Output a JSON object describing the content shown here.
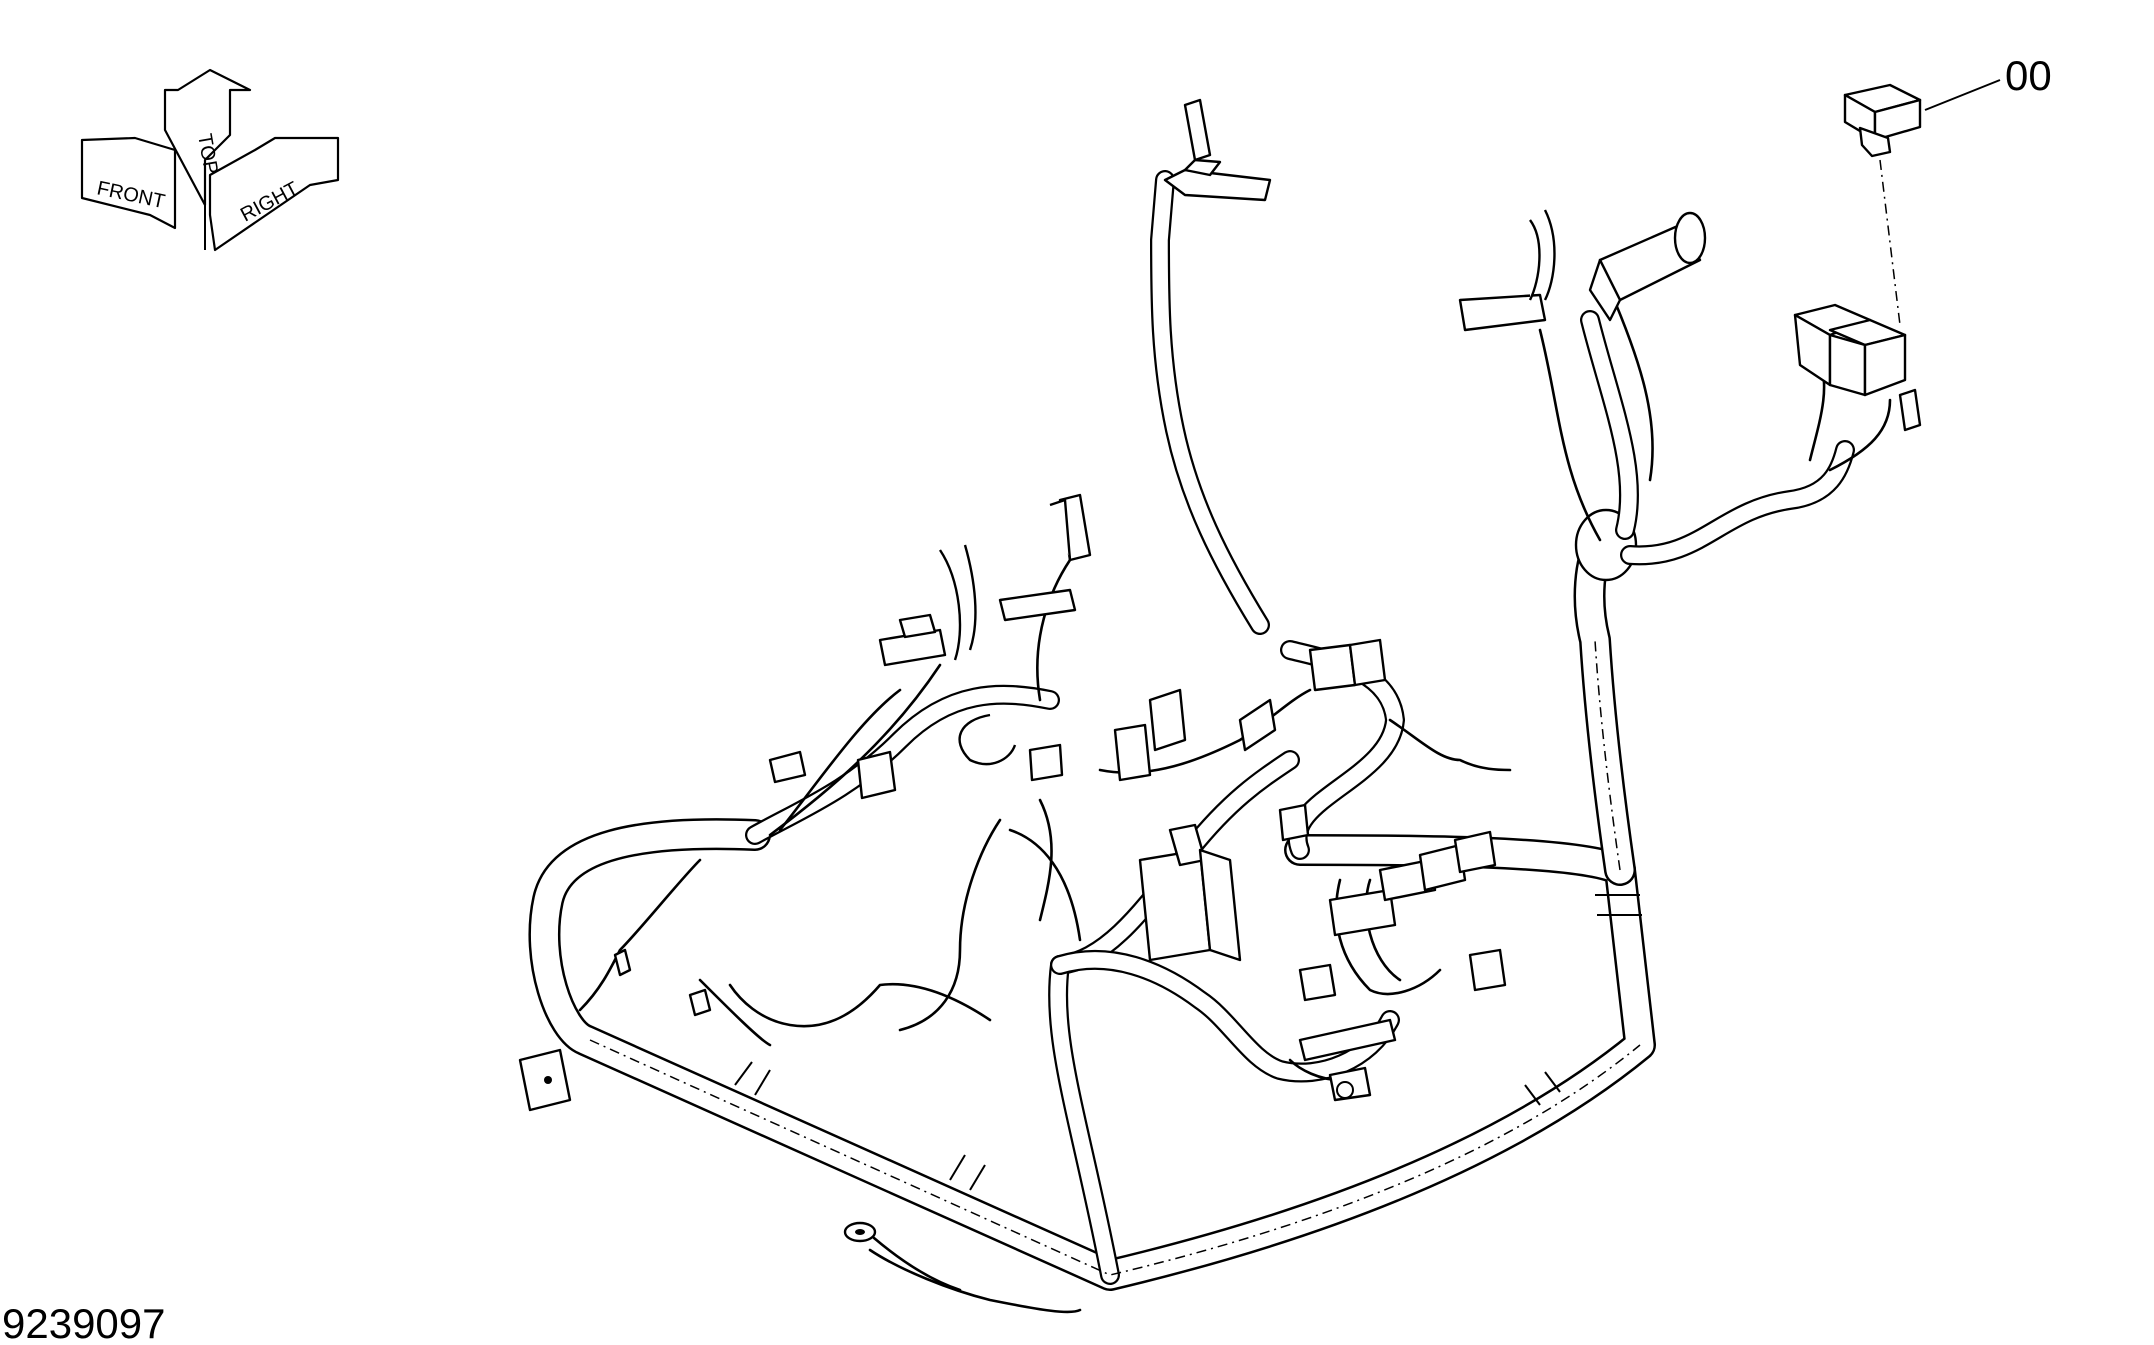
{
  "diagram": {
    "drawing_number": "9239097",
    "callout_label": "00",
    "orientation": {
      "top": "TOP",
      "front": "FRONT",
      "right": "RIGHT"
    }
  },
  "colors": {
    "line": "#000000",
    "background": "#ffffff"
  }
}
